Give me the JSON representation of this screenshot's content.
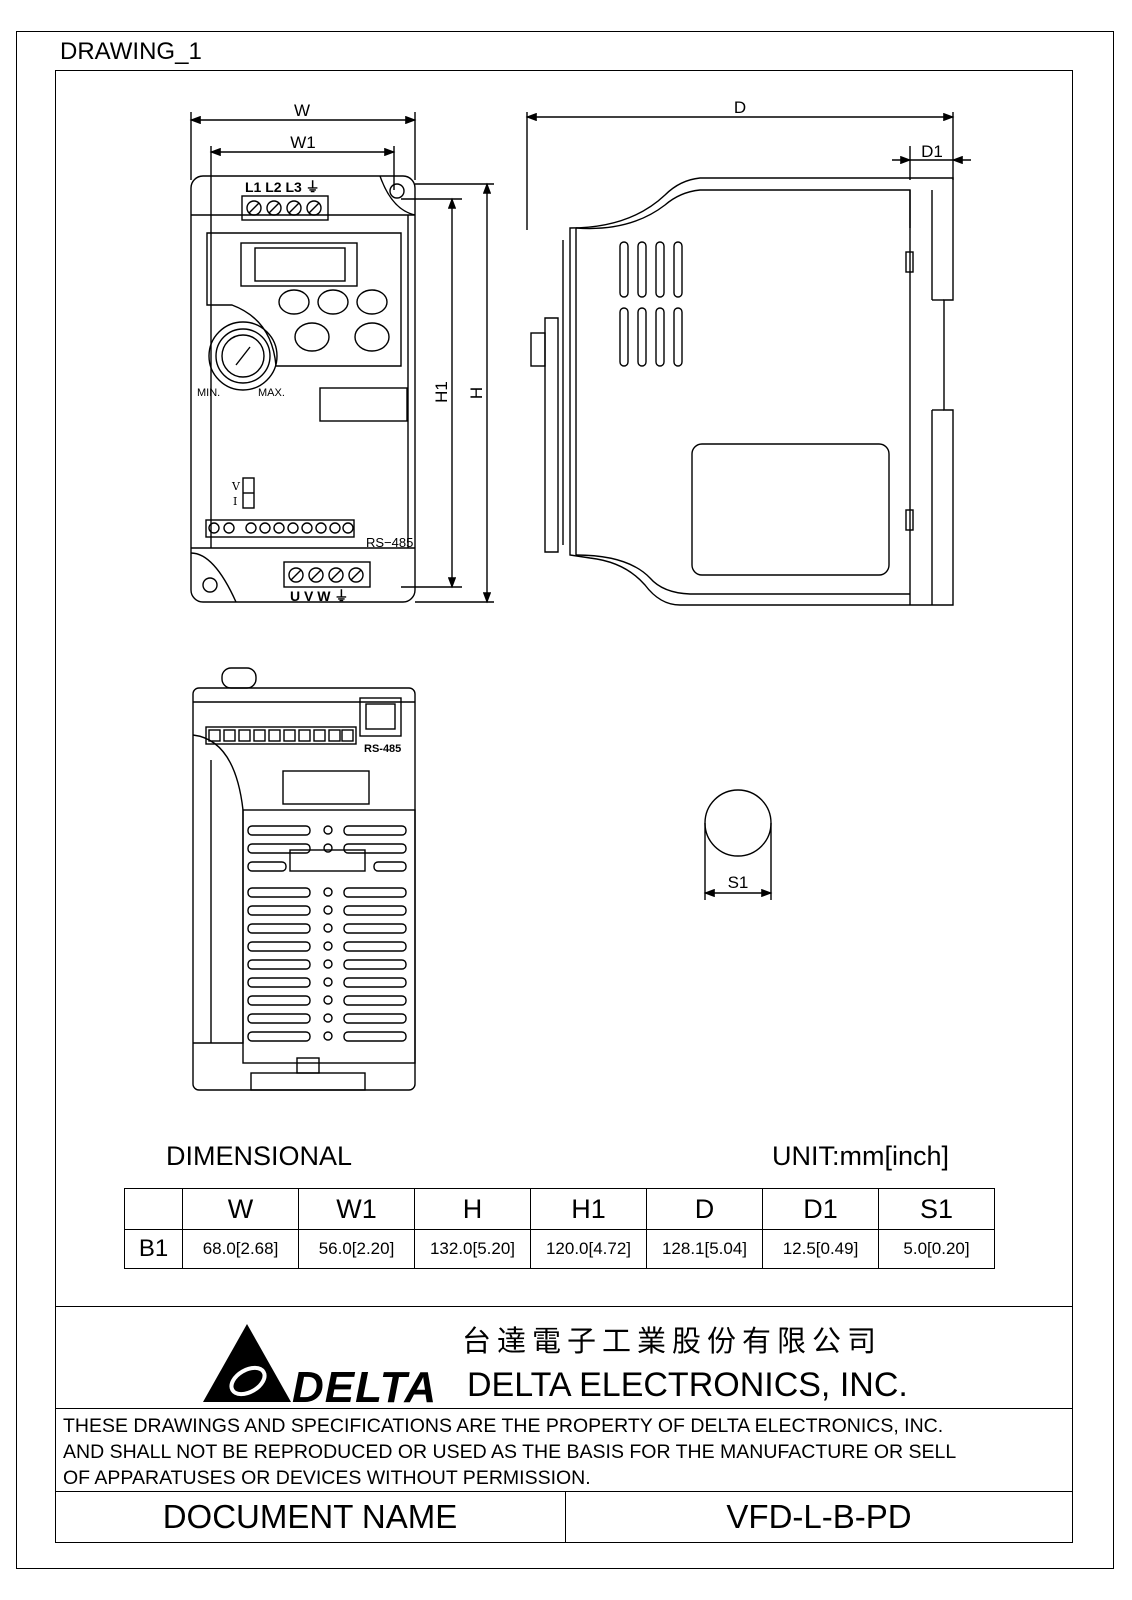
{
  "drawing_title": "DRAWING_1",
  "labels": {
    "w": "W",
    "w1": "W1",
    "h": "H",
    "h1": "H1",
    "d": "D",
    "d1": "D1",
    "s1": "S1",
    "terminals_in": "L1 L2 L3 ⏚",
    "terminals_out": "U V W ⏚",
    "min": "MIN.",
    "max": "MAX.",
    "switch_v": "V",
    "switch_i": "I",
    "rs485_front": "RS−485",
    "rs485_bottom": "RS-485"
  },
  "dimensional_title": "DIMENSIONAL",
  "unit_label": "UNIT:mm[inch]",
  "table": {
    "headers": [
      "",
      "W",
      "W1",
      "H",
      "H1",
      "D",
      "D1",
      "S1"
    ],
    "rows": [
      [
        "B1",
        "68.0[2.68]",
        "56.0[2.20]",
        "132.0[5.20]",
        "120.0[4.72]",
        "128.1[5.04]",
        "12.5[0.49]",
        "5.0[0.20]"
      ]
    ]
  },
  "company": {
    "logo_text": "DELTA",
    "chinese_name": "台達電子工業股份有限公司",
    "english_name": "DELTA ELECTRONICS, INC."
  },
  "notice": {
    "line1": "THESE DRAWINGS AND SPECIFICATIONS ARE THE PROPERTY OF DELTA ELECTRONICS, INC.",
    "line2": "AND SHALL NOT BE REPRODUCED OR USED AS THE BASIS FOR THE MANUFACTURE OR SELL",
    "line3": "OF APPARATUSES OR DEVICES WITHOUT PERMISSION."
  },
  "document_name_label": "DOCUMENT NAME",
  "document_name_value": "VFD-L-B-PD"
}
